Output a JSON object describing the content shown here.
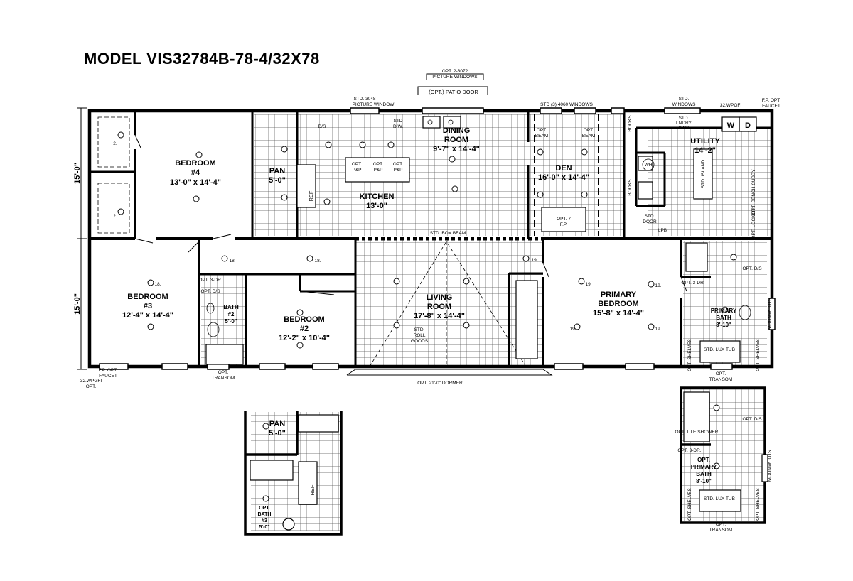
{
  "model_title": "MODEL  VIS32784B-78-4/32X78",
  "dimensions": {
    "upper": "15'-0\"",
    "lower": "15'-0\""
  },
  "rooms": {
    "bedroom4": {
      "name": "BEDROOM",
      "num": "#4",
      "size": "13'-0\" x 14'-4\""
    },
    "pan": {
      "name": "PAN",
      "size": "5'-0\""
    },
    "kitchen": {
      "name": "KITCHEN",
      "size": "13'-0\""
    },
    "dining": {
      "name": "DINING",
      "name2": "ROOM",
      "size": "9'-7\" x 14'-4\""
    },
    "den": {
      "name": "DEN",
      "size": "16'-0\" x 14'-4\""
    },
    "utility": {
      "name": "UTILITY",
      "size": "14'-2\""
    },
    "bedroom3": {
      "name": "BEDROOM",
      "num": "#3",
      "size": "12'-4\" x 14'-4\""
    },
    "bath2": {
      "name": "BATH",
      "num": "#2",
      "size": "5'-0\""
    },
    "bedroom2": {
      "name": "BEDROOM",
      "num": "#2",
      "size": "12'-2\" x 10'-4\""
    },
    "living": {
      "name": "LIVING",
      "name2": "ROOM",
      "size": "17'-8\" x 14'-4\""
    },
    "primary_bedroom": {
      "name": "PRIMARY",
      "name2": "BEDROOM",
      "size": "15'-8\" x 14'-4\""
    },
    "primary_bath": {
      "name": "PRIMARY",
      "name2": "BATH",
      "size": "8'-10\""
    }
  },
  "notes": {
    "opt_picture_windows_1": "OPT. 2-3072",
    "opt_picture_windows_2": "PICTURE WINDOWS",
    "opt_patio_door": "(OPT.) PATIO DOOR",
    "std_picture_window_1": "STD. 3048",
    "std_picture_window_2": "PICTURE WINDOW",
    "std_4060_windows": "STD (3) 4060 WINDOWS",
    "std_windows_1": "STD.",
    "std_windows_2": "WINDOWS",
    "std_box_beam": "STD. BOX BEAM",
    "opt_dormer": "OPT. 21'-0\" DORMER",
    "opt_transom": "OPT.",
    "transom": "TRANSOM",
    "std_roll_goods_1": "STD.",
    "std_roll_goods_2": "ROLL",
    "std_roll_goods_3": "GOODS",
    "ds": "D/S",
    "std_dw_1": "STD",
    "std_dw_2": "D.W.",
    "opt_pp": "OPT.",
    "pp": "P&P",
    "ref": "REF",
    "opt_beam": "OPT.",
    "beam": "BEAM",
    "opt_fp": "OPT. 7",
    "fp": "F.P.",
    "std_door_1": "STD.",
    "std_door_2": "DOOR",
    "lpb": "LPB",
    "wh": "WH",
    "w": "W",
    "d": "D",
    "ldry_sink_1": "STD.",
    "ldry_sink_2": "LNDRY",
    "ldry_sink_3": "SINK",
    "std_island": "STD. ISLAND",
    "opt_bench_cubby": "OPT. BENCH CUBBY",
    "opt_locker": "OPT. LOCKER",
    "books": "BOOKS",
    "fp_faucet_right": "F.P. OPT.",
    "faucet": "FAUCET",
    "wpgfi_right": "32.WPGFI",
    "fp_faucet_left": "F.P. OPT.",
    "wpgfi_left": "32.WPGFI",
    "opt": "OPT.",
    "opt_3dr": "OPT. 3-DR.",
    "opt_ds": "OPT. D/S",
    "std_lux_tub": "STD. LUX TUB",
    "opt_shelves": "OPT. SHELVES",
    "std_window": "STD. WINDOW",
    "opt_tile_shower": "OPT. TILE SHOWER",
    "outlet_18": "18.",
    "outlet_19": "19.",
    "outlet_2": "2."
  },
  "inset_pan": {
    "name": "PAN",
    "size": "5'-0\"",
    "bath_opt": "OPT.",
    "bath_name": "BATH",
    "bath_num": "#3",
    "bath_size": "5'-0\""
  },
  "inset_bath": {
    "opt": "OPT.",
    "name": "PRIMARY",
    "name2": "BATH",
    "size": "8'-10\""
  }
}
